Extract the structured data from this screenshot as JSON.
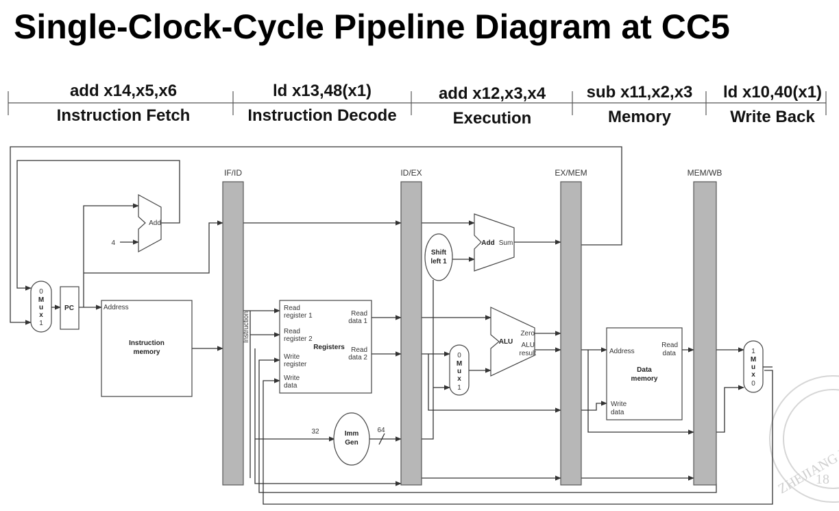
{
  "title": "Single-Clock-Cycle Pipeline Diagram at CC5",
  "stages": [
    {
      "instruction": "add x14,x5,x6",
      "name": "Instruction Fetch"
    },
    {
      "instruction": "ld x13,48(x1)",
      "name": "Instruction Decode"
    },
    {
      "instruction": "add x12,x3,x4",
      "name": "Execution"
    },
    {
      "instruction": "sub x11,x2,x3",
      "name": "Memory"
    },
    {
      "instruction": "ld x10,40(x1)",
      "name": "Write Back"
    }
  ],
  "pipeline_registers": [
    "IF/ID",
    "ID/EX",
    "EX/MEM",
    "MEM/WB"
  ],
  "components": {
    "pc": "PC",
    "add_pc": "Add",
    "const_four": "4",
    "mux_pc": [
      "0",
      "M",
      "u",
      "x",
      "1"
    ],
    "instr_mem": {
      "address": "Address",
      "name_line1": "Instruction",
      "name_line2": "memory"
    },
    "instruction_label": "Instruction",
    "registers": {
      "name": "Registers",
      "read_reg1": [
        "Read",
        "register 1"
      ],
      "read_reg2": [
        "Read",
        "register 2"
      ],
      "write_reg": [
        "Write",
        "register"
      ],
      "write_data": [
        "Write",
        "data"
      ],
      "read_data1": [
        "Read",
        "data 1"
      ],
      "read_data2": [
        "Read",
        "data 2"
      ]
    },
    "imm_gen": {
      "line1": "Imm",
      "line2": "Gen",
      "in_width": "32",
      "out_width": "64"
    },
    "shift": {
      "line1": "Shift",
      "line2": "left 1"
    },
    "add_branch": {
      "name": "Add",
      "output": "Sum"
    },
    "mux_alu": [
      "0",
      "M",
      "u",
      "x",
      "1"
    ],
    "alu": {
      "name": "ALU",
      "zero": "Zero",
      "result_line1": "ALU",
      "result_line2": "result"
    },
    "data_mem": {
      "address": "Address",
      "read_data": [
        "Read",
        "data"
      ],
      "write_data": [
        "Write",
        "data"
      ],
      "name_line1": "Data",
      "name_line2": "memory"
    },
    "mux_wb": [
      "1",
      "M",
      "u",
      "x",
      "0"
    ]
  },
  "watermark": [
    "18",
    "ZHEJIANG U"
  ]
}
